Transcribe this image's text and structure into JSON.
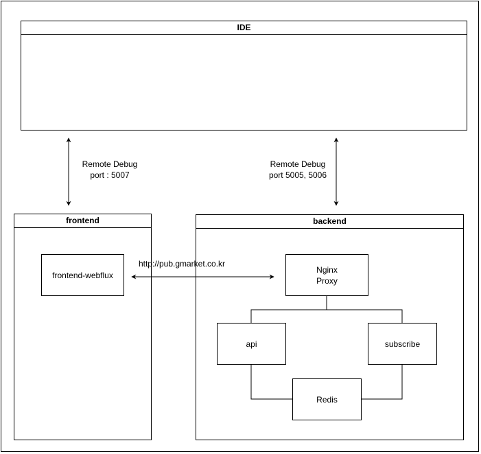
{
  "ide": {
    "title": "IDE"
  },
  "frontend": {
    "title": "frontend",
    "service": "frontend-webflux"
  },
  "backend": {
    "title": "backend",
    "nginx": "Nginx\nProxy",
    "api": "api",
    "subscribe": "subscribe",
    "redis": "Redis"
  },
  "links": {
    "remote_debug_frontend": "Remote Debug\nport : 5007",
    "remote_debug_backend": "Remote Debug\nport 5005, 5006",
    "frontend_to_backend": "http://pub.gmarket.co.kr"
  }
}
